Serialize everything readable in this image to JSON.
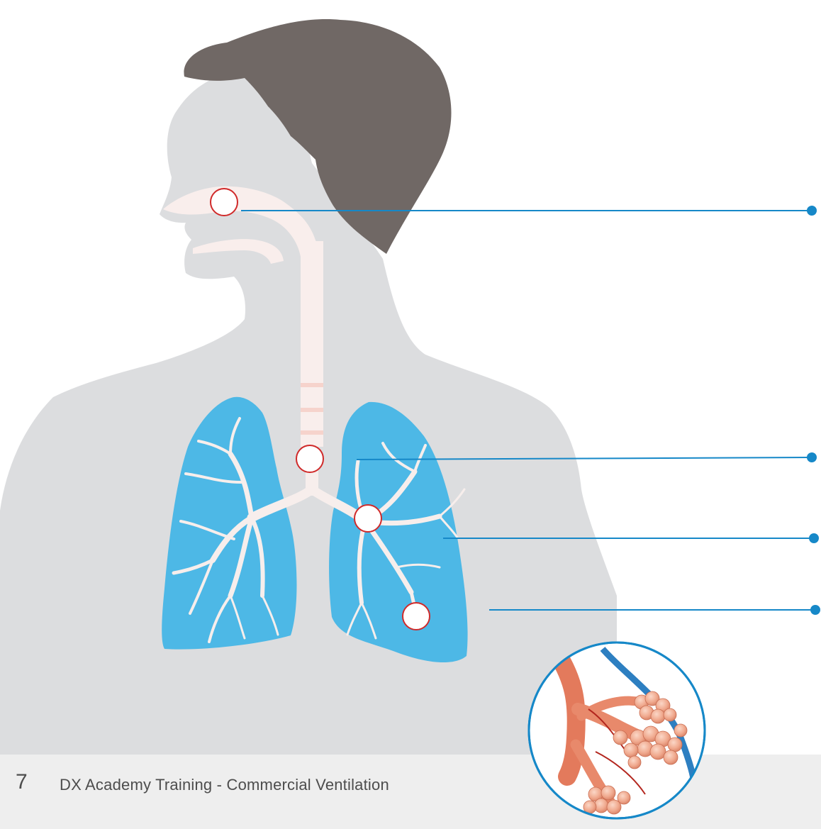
{
  "footer": {
    "page_number": "7",
    "title": "DX Academy Training - Commercial Ventilation"
  },
  "colors": {
    "background": "#ffffff",
    "body_silhouette": "#dcdddf",
    "hair": "#706865",
    "airway": "#f9eeec",
    "trachea_rings": "#f6d3cc",
    "lungs": "#4db8e6",
    "bronchi": "#f7eeec",
    "marker_ring": "#d02a2a",
    "leader_line": "#1688c8",
    "footer_bar": "#eeeeee",
    "footer_text": "#4d4d4d"
  },
  "diagram": {
    "subject": "human respiratory system",
    "markers": [
      "nasal-cavity-marker",
      "trachea-marker",
      "bronchus-marker",
      "bronchiole-marker"
    ],
    "leader_lines": [
      "nasal-cavity-leader",
      "lung-leader",
      "bronchi-leader",
      "chest-leader"
    ],
    "inset": "alveoli-detail"
  }
}
